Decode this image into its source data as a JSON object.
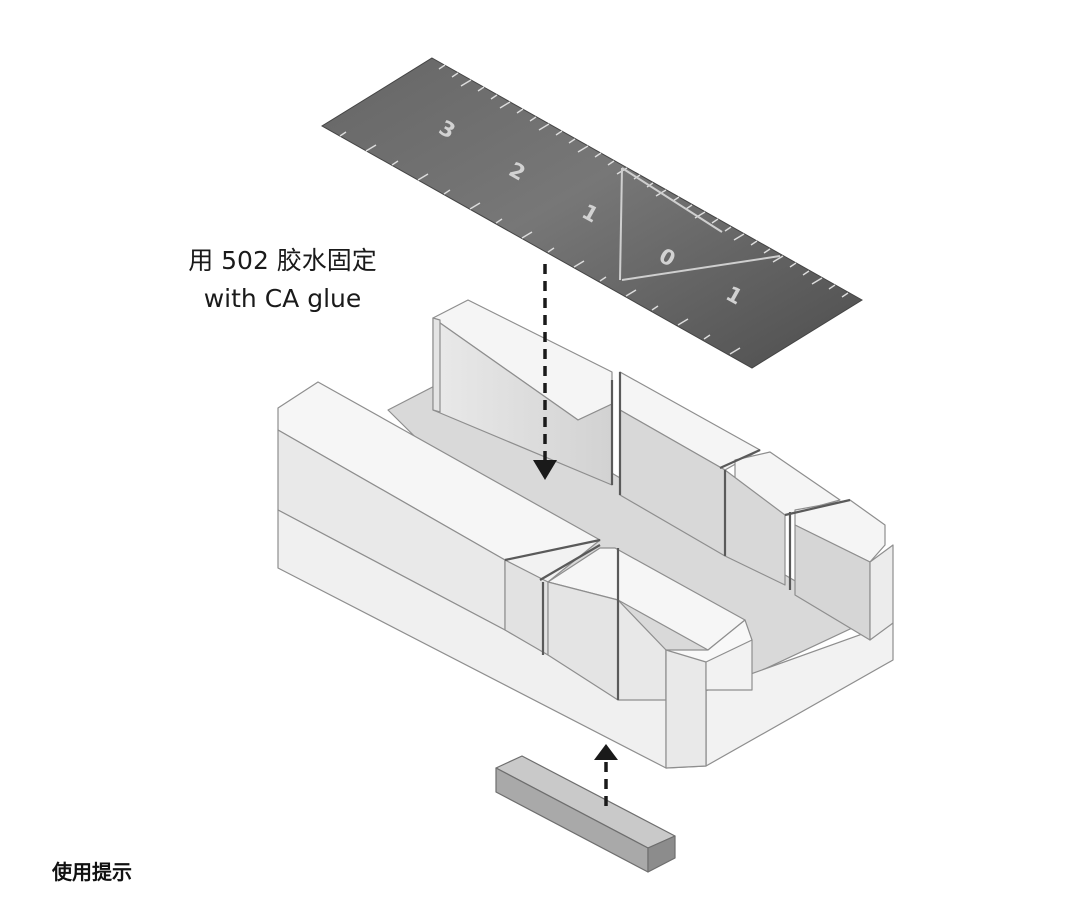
{
  "callout": {
    "line_cn": "用 502 胶水固定",
    "line_en": "with CA glue"
  },
  "ruler": {
    "labels": [
      "3",
      "2",
      "1",
      "0",
      "1"
    ]
  },
  "footer": {
    "title": "使用提示"
  }
}
